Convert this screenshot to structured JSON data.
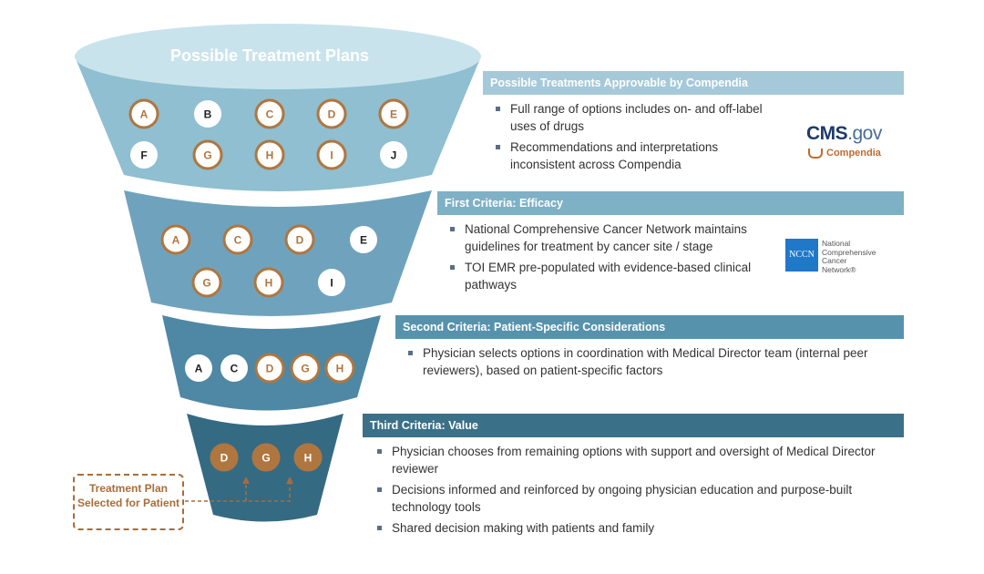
{
  "funnel": {
    "title": "Possible Treatment Plans",
    "stages": [
      {
        "options": [
          {
            "label": "A",
            "style": "outline"
          },
          {
            "label": "B",
            "style": "solid"
          },
          {
            "label": "C",
            "style": "outline"
          },
          {
            "label": "D",
            "style": "outline"
          },
          {
            "label": "E",
            "style": "outline"
          },
          {
            "label": "F",
            "style": "solid"
          },
          {
            "label": "G",
            "style": "outline"
          },
          {
            "label": "H",
            "style": "outline"
          },
          {
            "label": "I",
            "style": "outline"
          },
          {
            "label": "J",
            "style": "solid"
          }
        ]
      },
      {
        "options": [
          {
            "label": "A",
            "style": "outline"
          },
          {
            "label": "C",
            "style": "outline"
          },
          {
            "label": "D",
            "style": "outline"
          },
          {
            "label": "E",
            "style": "solid"
          },
          {
            "label": "G",
            "style": "outline"
          },
          {
            "label": "H",
            "style": "outline"
          },
          {
            "label": "I",
            "style": "solid"
          }
        ]
      },
      {
        "options": [
          {
            "label": "A",
            "style": "solid"
          },
          {
            "label": "C",
            "style": "solid"
          },
          {
            "label": "D",
            "style": "outline"
          },
          {
            "label": "G",
            "style": "outline"
          },
          {
            "label": "H",
            "style": "outline"
          }
        ]
      },
      {
        "options": [
          {
            "label": "D",
            "style": "filled"
          },
          {
            "label": "G",
            "style": "filled"
          },
          {
            "label": "H",
            "style": "filled"
          }
        ]
      }
    ],
    "selected_label": "Treatment Plan Selected for Patient"
  },
  "criteria": [
    {
      "title": "Possible Treatments Approvable by Compendia",
      "bullets": [
        "Full range of options includes on- and off-label uses of drugs",
        "Recommendations and interpretations inconsistent across Compendia"
      ]
    },
    {
      "title": "First Criteria: Efficacy",
      "bullets": [
        "National Comprehensive Cancer Network maintains guidelines for treatment by cancer site / stage",
        "TOI EMR pre-populated with evidence-based clinical pathways"
      ]
    },
    {
      "title": "Second Criteria: Patient-Specific Considerations",
      "bullets": [
        "Physician selects options in coordination with Medical Director team (internal peer reviewers), based on patient-specific factors"
      ]
    },
    {
      "title": "Third Criteria: Value",
      "bullets": [
        "Physician chooses from remaining options with support and oversight of Medical Director reviewer",
        "Decisions informed and reinforced by ongoing physician education and purpose-built technology tools",
        "Shared decision making with patients and family"
      ]
    }
  ],
  "logos": {
    "cms_main": "CMS",
    "cms_suffix": ".gov",
    "compendia": "Compendia",
    "nccn_abbr": "NCCN",
    "nccn_line1": "National",
    "nccn_line2": "Comprehensive",
    "nccn_line3": "Cancer",
    "nccn_line4": "Network®"
  },
  "colors": {
    "stage1": "#8fbfd0",
    "stage2": "#6fa3bd",
    "stage3": "#4f88a4",
    "stage4": "#356a83",
    "rim": "#c9e3ec",
    "accent": "#b0763f",
    "option_text": "#222222"
  }
}
